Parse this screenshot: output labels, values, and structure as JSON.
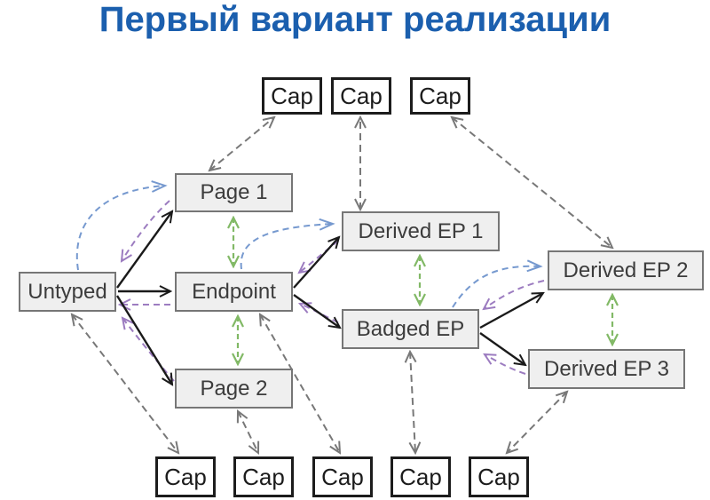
{
  "title": "Первый вариант реализации",
  "colors": {
    "title": "#1b5fae",
    "node_fill": "#efefef",
    "node_border": "#767676",
    "node_text": "#3c3c3c",
    "cap_border": "#1c1c1c",
    "edge_black": "#1a1a1a",
    "edge_gray": "#787878",
    "edge_green": "#82b966",
    "edge_purple": "#9c7cc0",
    "edge_blue": "#7699cf"
  },
  "diagram": {
    "nodes": {
      "untyped": {
        "label": "Untyped"
      },
      "page1": {
        "label": "Page 1"
      },
      "endpoint": {
        "label": "Endpoint"
      },
      "page2": {
        "label": "Page 2"
      },
      "derived_ep1": {
        "label": "Derived EP 1"
      },
      "badged_ep": {
        "label": "Badged EP"
      },
      "derived_ep2": {
        "label": "Derived EP 2"
      },
      "derived_ep3": {
        "label": "Derived EP 3"
      }
    },
    "caps_top": [
      "Cap",
      "Cap",
      "Cap"
    ],
    "caps_bottom": [
      "Cap",
      "Cap",
      "Cap",
      "Cap",
      "Cap"
    ],
    "edges": {
      "solid_black": [
        [
          "Untyped",
          "Page 1"
        ],
        [
          "Untyped",
          "Endpoint"
        ],
        [
          "Untyped",
          "Page 2"
        ],
        [
          "Endpoint",
          "Derived EP 1"
        ],
        [
          "Endpoint",
          "Badged EP"
        ],
        [
          "Badged EP",
          "Derived EP 2"
        ],
        [
          "Badged EP",
          "Derived EP 3"
        ]
      ],
      "dashed_purple": [
        [
          "Page 1",
          "Untyped"
        ],
        [
          "Endpoint",
          "Untyped"
        ],
        [
          "Page 2",
          "Untyped"
        ],
        [
          "Derived EP 1",
          "Endpoint"
        ],
        [
          "Badged EP",
          "Endpoint"
        ],
        [
          "Derived EP 2",
          "Badged EP"
        ],
        [
          "Derived EP 3",
          "Badged EP"
        ]
      ],
      "dashed_blue_curved": [
        [
          "Untyped",
          "Page 1"
        ],
        [
          "Endpoint",
          "Derived EP 1"
        ],
        [
          "Badged EP",
          "Derived EP 2"
        ]
      ],
      "dashed_green_bidirectional": [
        [
          "Page 1",
          "Endpoint"
        ],
        [
          "Endpoint",
          "Page 2"
        ],
        [
          "Derived EP 1",
          "Badged EP"
        ],
        [
          "Derived EP 2",
          "Derived EP 3"
        ]
      ],
      "dashed_gray_bidirectional": [
        [
          "Page 1",
          "Cap top 1"
        ],
        [
          "Derived EP 1",
          "Cap top 2"
        ],
        [
          "Derived EP 2",
          "Cap top 3"
        ],
        [
          "Untyped",
          "Cap bottom 1"
        ],
        [
          "Page 2",
          "Cap bottom 2"
        ],
        [
          "Endpoint",
          "Cap bottom 3"
        ],
        [
          "Badged EP",
          "Cap bottom 4"
        ],
        [
          "Derived EP 3",
          "Cap bottom 5"
        ]
      ]
    }
  }
}
